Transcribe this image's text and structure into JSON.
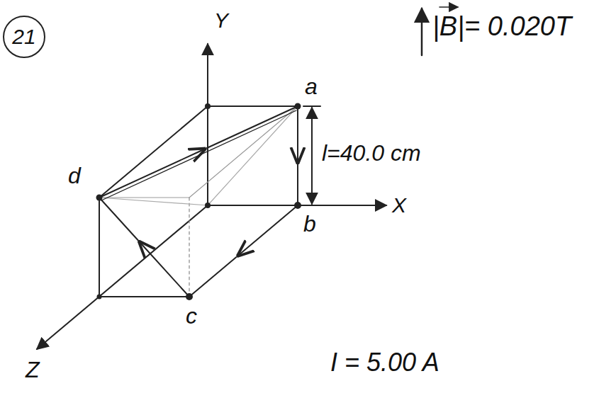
{
  "diagram": {
    "nodes": [
      {
        "text": [
          "21"
        ]
      }
    ],
    "labels": [
      "Y",
      "|B|= 0.020T",
      "a",
      "l=40.0 cm",
      "d",
      "X",
      "b",
      "c",
      "Z",
      "I = 5.00 A"
    ]
  }
}
